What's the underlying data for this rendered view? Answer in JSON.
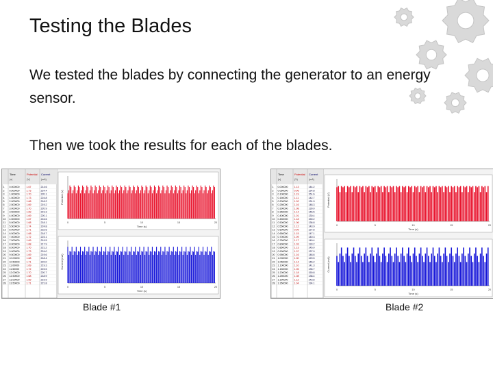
{
  "slide": {
    "title": "Testing the Blades",
    "paragraphs": [
      "We tested the blades by connecting the generator to an energy sensor.",
      "Then we took the results for each of the blades."
    ],
    "captions": [
      "Blade #1",
      "Blade #2"
    ]
  },
  "colors": {
    "voltage_series": "#e8102a",
    "current_series": "#1414d8",
    "gear_decoration": "#d9d9d9"
  },
  "screenshot_1": {
    "table_headers": [
      "Time",
      "Potential",
      "Current"
    ],
    "table_units": [
      "(s)",
      "(V)",
      "(mA)"
    ],
    "top_panel_ylabel": "Potential (V)",
    "bottom_panel_ylabel": "Current (mA)",
    "xlabel": "Time (s)",
    "x_ticks": [
      "0",
      "5",
      "10",
      "15",
      "20"
    ],
    "rows": [
      [
        "1",
        "0.000000",
        "1.67",
        "214.6"
      ],
      [
        "2",
        "0.500000",
        "1.73",
        "224.4"
      ],
      [
        "3",
        "1.000000",
        "1.70",
        "220.1"
      ],
      [
        "4",
        "1.500000",
        "1.73",
        "224.8"
      ],
      [
        "5",
        "2.000000",
        "1.68",
        "218.2"
      ],
      [
        "6",
        "2.500000",
        "1.69",
        "219.2"
      ],
      [
        "7",
        "3.000000",
        "1.70",
        "220.9"
      ],
      [
        "8",
        "3.500000",
        "1.69",
        "219.3"
      ],
      [
        "9",
        "4.000000",
        "1.69",
        "220.1"
      ],
      [
        "10",
        "4.500000",
        "1.67",
        "216.6"
      ],
      [
        "11",
        "5.000000",
        "1.68",
        "218.1"
      ],
      [
        "12",
        "5.500000",
        "1.74",
        "224.8"
      ],
      [
        "13",
        "6.000000",
        "1.71",
        "222.6"
      ],
      [
        "14",
        "6.500000",
        "1.68",
        "218.7"
      ],
      [
        "15",
        "7.000000",
        "1.72",
        "223.1"
      ],
      [
        "16",
        "7.500000",
        "1.69",
        "219.5"
      ],
      [
        "17",
        "8.000000",
        "1.68",
        "217.9"
      ],
      [
        "18",
        "8.500000",
        "1.70",
        "221.2"
      ],
      [
        "19",
        "9.000000",
        "1.73",
        "224.0"
      ],
      [
        "20",
        "9.500000",
        "1.69",
        "219.6"
      ],
      [
        "21",
        "10.00000",
        "1.68",
        "218.4"
      ],
      [
        "22",
        "10.50000",
        "1.71",
        "222.0"
      ],
      [
        "23",
        "11.00000",
        "1.69",
        "219.3"
      ],
      [
        "24",
        "11.50000",
        "1.72",
        "223.5"
      ],
      [
        "25",
        "12.00000",
        "1.70",
        "220.7"
      ],
      [
        "26",
        "12.50000",
        "1.68",
        "218.9"
      ],
      [
        "27",
        "13.00000",
        "1.69",
        "219.9"
      ],
      [
        "28",
        "13.50000",
        "1.71",
        "221.8"
      ]
    ]
  },
  "screenshot_2": {
    "table_headers": [
      "Time",
      "Potential",
      "Current"
    ],
    "table_units": [
      "(s)",
      "(V)",
      "(mA)"
    ],
    "top_panel_ylabel": "Potential (V)",
    "bottom_panel_ylabel": "Current (mA)",
    "xlabel": "Time (s)",
    "x_ticks": [
      "0",
      "5",
      "10",
      "15",
      "20"
    ],
    "rows": [
      [
        "1",
        "0.000000",
        "1.13",
        "144.2"
      ],
      [
        "2",
        "0.050000",
        "0.96",
        "124.8"
      ],
      [
        "3",
        "0.100000",
        "1.19",
        "151.6"
      ],
      [
        "4",
        "0.150000",
        "1.11",
        "142.7"
      ],
      [
        "5",
        "0.200000",
        "1.02",
        "131.9"
      ],
      [
        "6",
        "0.250000",
        "1.16",
        "148.3"
      ],
      [
        "7",
        "0.300000",
        "1.08",
        "139.0"
      ],
      [
        "8",
        "0.350000",
        "1.14",
        "146.5"
      ],
      [
        "9",
        "0.400000",
        "1.01",
        "130.4"
      ],
      [
        "10",
        "0.450000",
        "1.18",
        "150.2"
      ],
      [
        "11",
        "0.500000",
        "1.06",
        "136.8"
      ],
      [
        "12",
        "0.550000",
        "1.12",
        "143.9"
      ],
      [
        "13",
        "0.600000",
        "0.99",
        "127.6"
      ],
      [
        "14",
        "0.650000",
        "1.15",
        "147.1"
      ],
      [
        "15",
        "0.700000",
        "1.09",
        "140.3"
      ],
      [
        "16",
        "0.750000",
        "1.17",
        "149.4"
      ],
      [
        "17",
        "0.800000",
        "1.03",
        "133.2"
      ],
      [
        "18",
        "0.850000",
        "1.13",
        "145.0"
      ],
      [
        "19",
        "0.900000",
        "1.07",
        "137.9"
      ],
      [
        "20",
        "0.950000",
        "1.16",
        "148.6"
      ],
      [
        "21",
        "1.000000",
        "1.00",
        "129.5"
      ],
      [
        "22",
        "1.050000",
        "1.14",
        "146.2"
      ],
      [
        "23",
        "1.100000",
        "1.10",
        "141.3"
      ],
      [
        "24",
        "1.150000",
        "1.05",
        "135.7"
      ],
      [
        "25",
        "1.200000",
        "1.18",
        "150.8"
      ],
      [
        "26",
        "1.250000",
        "1.08",
        "138.4"
      ],
      [
        "27",
        "1.300000",
        "1.12",
        "143.6"
      ],
      [
        "28",
        "1.350000",
        "1.04",
        "134.1"
      ]
    ]
  }
}
